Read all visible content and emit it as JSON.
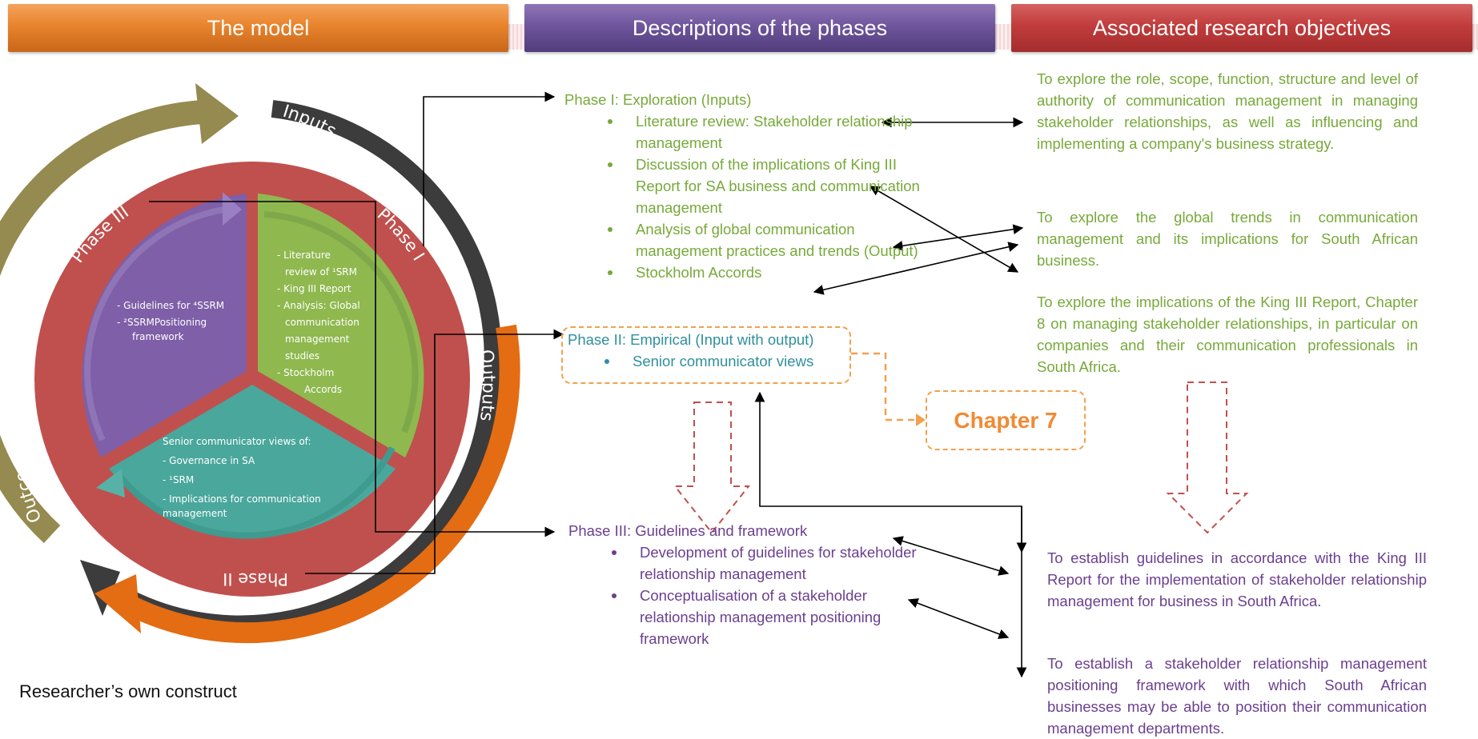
{
  "headers": {
    "model": "The model",
    "descriptions": "Descriptions of the phases",
    "objectives": "Associated research objectives"
  },
  "diagram": {
    "arc_labels": {
      "inputs": "Inputs",
      "outputs": "Outputs",
      "outcomes": "Outcomes"
    },
    "ring_labels": {
      "phase_one": "Phase I",
      "phase_two": "Phase II",
      "phase_three": "Phase III"
    },
    "phase_one_items": [
      "- Literature",
      "review of ¹SRM",
      "- King III Report",
      "- Analysis: Global",
      "communication",
      "management",
      "studies",
      "- Stockholm",
      "Accords"
    ],
    "phase_three_items": [
      "- Guidelines for ⁴SSRM",
      "- ²SSRMPositioning",
      "framework"
    ],
    "phase_two_items": [
      "Senior communicator views of:",
      "- Governance in SA",
      "- ¹SRM",
      "- Implications for communication",
      "management"
    ],
    "colors": {
      "olive": "#958a4f",
      "dark": "#3c3c3c",
      "orange": "#e46c12",
      "red": "#c0504d",
      "green": "#8fb84f",
      "purple": "#7e5fa8",
      "teal": "#4aa79c"
    }
  },
  "phase1": {
    "title": "Phase I: Exploration (Inputs)",
    "items": [
      "Literature review: Stakeholder relationship management",
      "Discussion of the implications of King III Report for SA business and communication management",
      "Analysis of global communication management practices and trends (Output)",
      "Stockholm Accords"
    ]
  },
  "phase2": {
    "title": "Phase II: Empirical (Input with output)",
    "items": [
      "Senior communicator views"
    ]
  },
  "chapter": "Chapter 7",
  "phase3": {
    "title": "Phase III: Guidelines and framework",
    "items": [
      "Development of guidelines for stakeholder relationship management",
      "Conceptualisation of a stakeholder relationship management positioning framework"
    ]
  },
  "objectives": {
    "o1": "To explore the role, scope, function, structure and level of authority of communication management in managing stakeholder relationships, as well as influencing and implementing a company's business strategy.",
    "o2": "To explore the global trends in communication management and its implications for South African business.",
    "o3": "To explore the implications of the King III Report, Chapter 8 on managing stakeholder relationships, in particular on companies and their communication professionals in South Africa.",
    "o4": "To establish guidelines in accordance with the King III Report for the implementation of stakeholder relationship management for business in South Africa.",
    "o5": "To establish a stakeholder relationship management positioning framework with which South African businesses may be able to position their communication management departments."
  },
  "footer": "Researcher’s own construct"
}
